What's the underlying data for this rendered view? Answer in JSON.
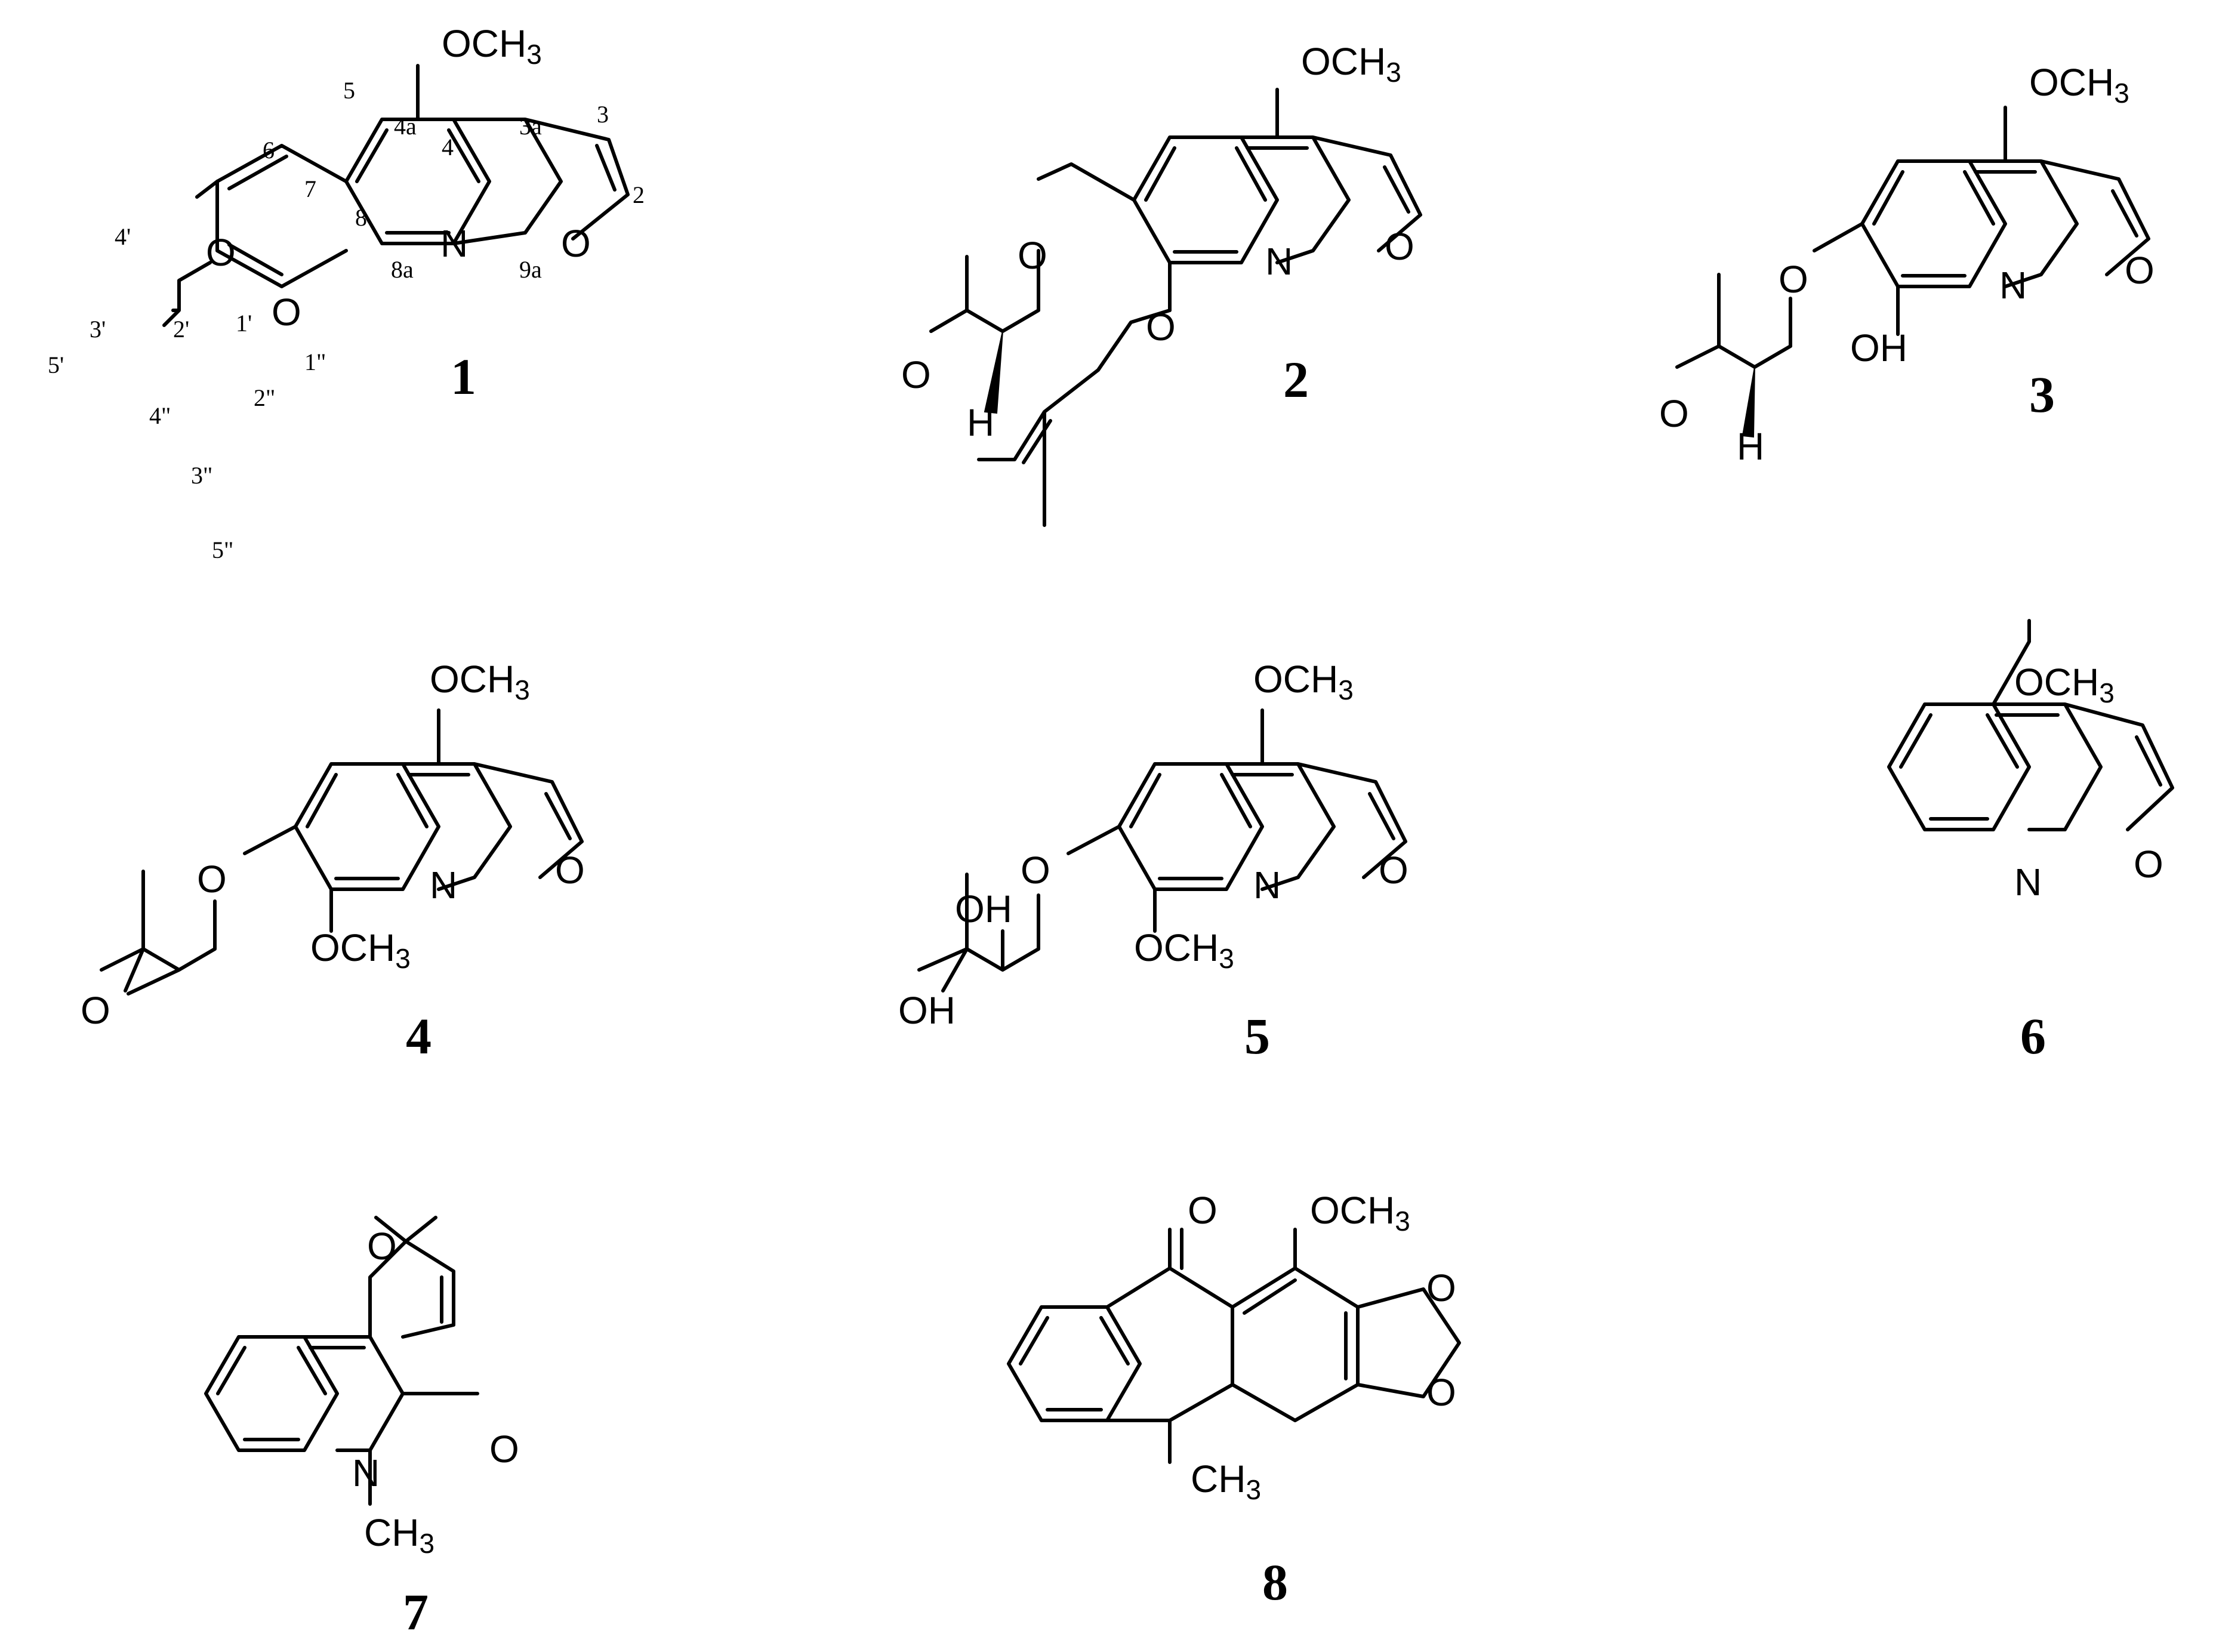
{
  "compounds": [
    {
      "id": "1",
      "labels": {
        "ome": "OCH",
        "ome_sub": "3",
        "n": "N",
        "o_furan": "O",
        "o7": "O",
        "o8": "O"
      },
      "locants": [
        "2",
        "3",
        "3a",
        "4",
        "4a",
        "5",
        "6",
        "7",
        "8",
        "8a",
        "9a",
        "1'",
        "2'",
        "3'",
        "4'",
        "5'",
        "1\"",
        "2\"",
        "3\"",
        "4\"",
        "5\""
      ]
    },
    {
      "id": "2",
      "labels": {
        "ome": "OCH",
        "ome_sub": "3",
        "n": "N",
        "o_furan": "O",
        "o7": "O",
        "o8": "O",
        "o_epox": "O",
        "h": "H"
      }
    },
    {
      "id": "3",
      "labels": {
        "ome": "OCH",
        "ome_sub": "3",
        "n": "N",
        "o_furan": "O",
        "o7": "O",
        "oh": "OH",
        "o_epox": "O",
        "h": "H"
      }
    },
    {
      "id": "4",
      "labels": {
        "ome": "OCH",
        "ome_sub": "3",
        "n": "N",
        "o_furan": "O",
        "o7": "O",
        "ome8": "OCH",
        "ome8_sub": "3",
        "o_epox": "O"
      }
    },
    {
      "id": "5",
      "labels": {
        "ome": "OCH",
        "ome_sub": "3",
        "n": "N",
        "o_furan": "O",
        "o7": "O",
        "ome8": "OCH",
        "ome8_sub": "3",
        "oh1": "OH",
        "oh2": "OH"
      }
    },
    {
      "id": "6",
      "labels": {
        "ome": "OCH",
        "ome_sub": "3",
        "n": "N",
        "o_furan": "O"
      }
    },
    {
      "id": "7",
      "labels": {
        "o_pyran": "O",
        "o_carbonyl": "O",
        "n": "N",
        "nme": "CH",
        "nme_sub": "3"
      }
    },
    {
      "id": "8",
      "labels": {
        "o_ketone": "O",
        "ome": "OCH",
        "ome_sub": "3",
        "o_diox1": "O",
        "o_diox2": "O",
        "me": "CH",
        "me_sub": "3"
      }
    }
  ]
}
